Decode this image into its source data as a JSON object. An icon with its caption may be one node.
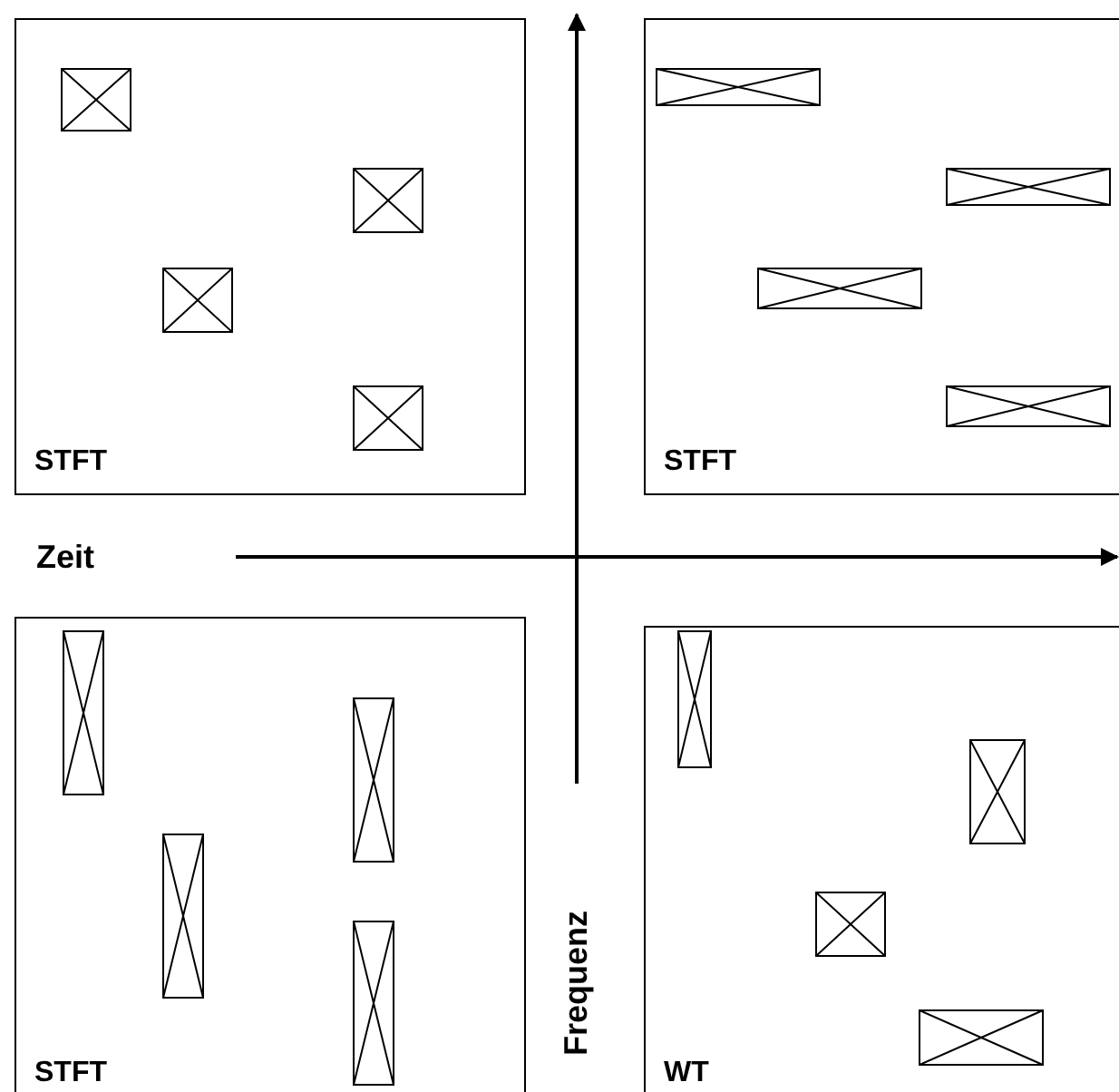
{
  "diagram": {
    "nodes": [
      {
        "text": [
          "STFT"
        ]
      },
      {
        "text": [
          "STFT"
        ]
      },
      {
        "text": [
          "STFT"
        ]
      },
      {
        "text": [
          "WT"
        ]
      }
    ],
    "labels": [
      "Zeit",
      "Frequenz"
    ]
  }
}
